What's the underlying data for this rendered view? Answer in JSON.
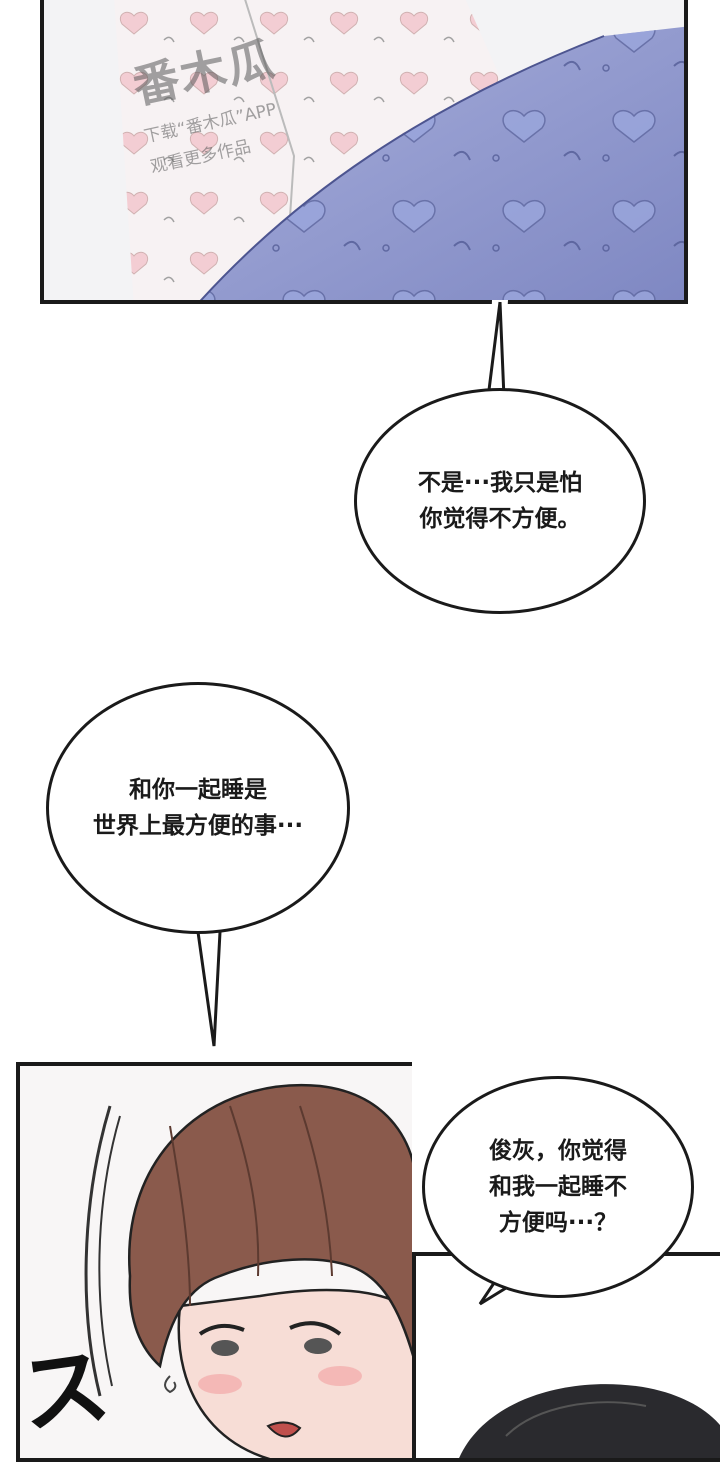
{
  "watermark": {
    "logo": "番木瓜",
    "line1": "下载“番木瓜”APP",
    "line2": "观看更多作品"
  },
  "dialogue": [
    {
      "text": "不是···我只是怕\n你觉得不方便。"
    },
    {
      "text": "和你一起睡是\n世界上最方便的事···"
    },
    {
      "text": "俊灰，你觉得\n和我一起睡不\n方便吗···？"
    }
  ],
  "sfx": {
    "text": "ス"
  },
  "colors": {
    "ink": "#1a1a1a",
    "pajama_blue": "#8f98c8",
    "hair": "#8a5a4c"
  }
}
